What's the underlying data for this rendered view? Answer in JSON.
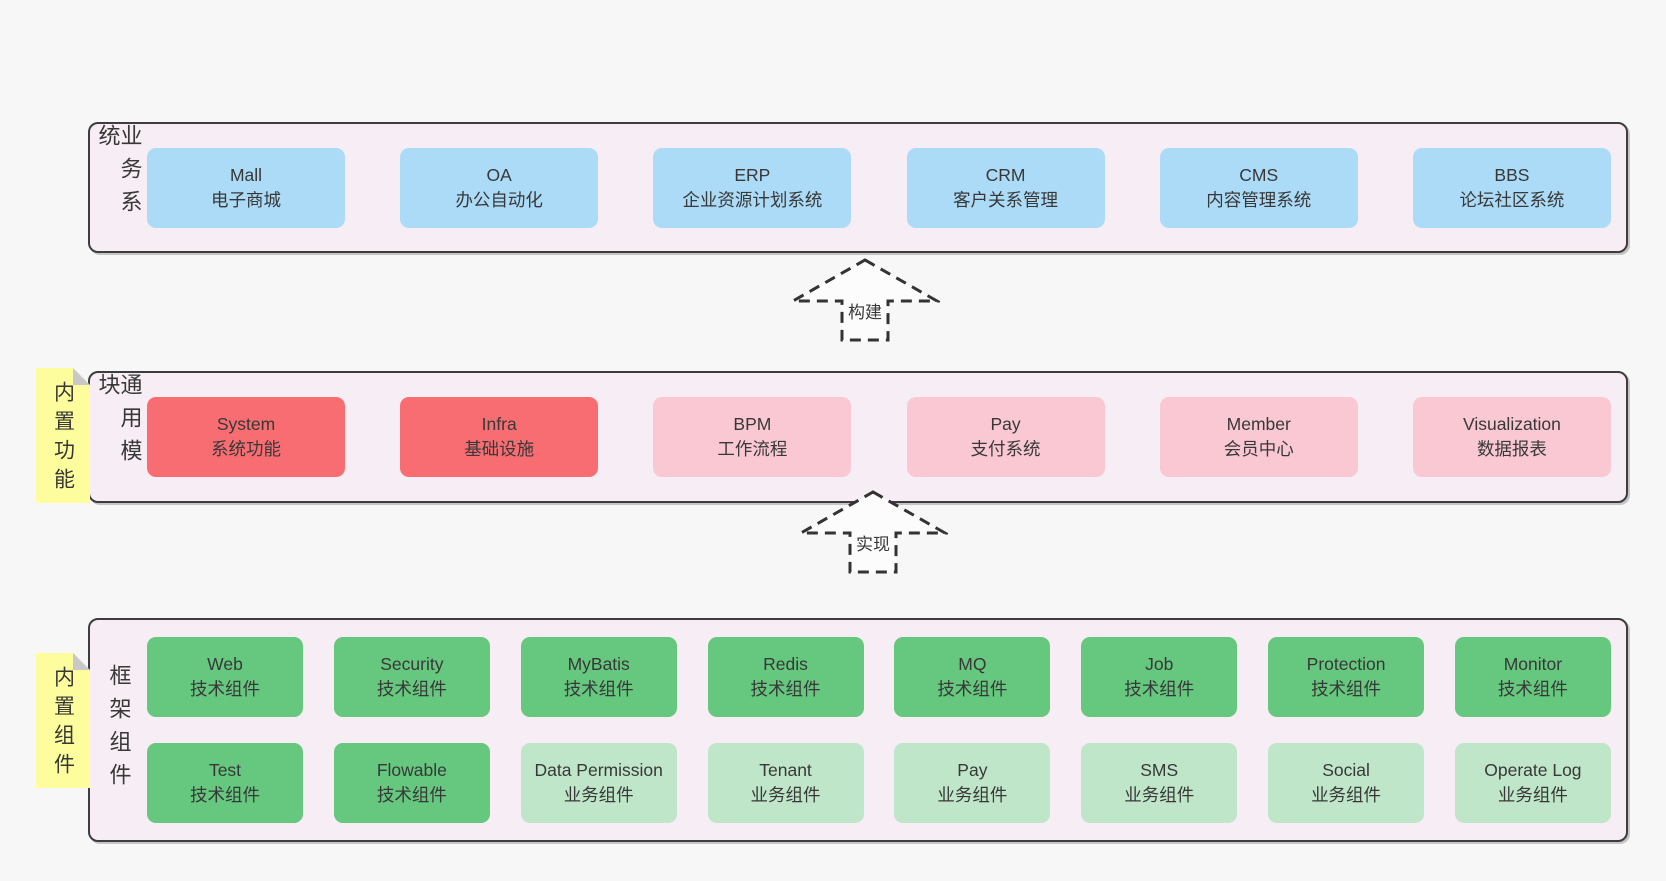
{
  "colors": {
    "page_bg": "#f7f7f7",
    "panel_bg": "#f7edf4",
    "panel_border": "#3d3d3d",
    "blue": "#abdbf6",
    "red": "#f76d72",
    "pink": "#f9c8d2",
    "green": "#66c77e",
    "light_green": "#bfe6c8",
    "sticky_yellow": "#fdfd9d",
    "sticky_fold": "#c8c8c8",
    "text": "#383838"
  },
  "arrows": [
    {
      "label": "构建"
    },
    {
      "label": "实现"
    }
  ],
  "sections": [
    {
      "name": "business-systems",
      "side_label": "业务系统",
      "sticky": "",
      "rows": [
        [
          {
            "title": "Mall",
            "subtitle": "电子商城",
            "color": "blue"
          },
          {
            "title": "OA",
            "subtitle": "办公自动化",
            "color": "blue"
          },
          {
            "title": "ERP",
            "subtitle": "企业资源计划系统",
            "color": "blue"
          },
          {
            "title": "CRM",
            "subtitle": "客户关系管理",
            "color": "blue"
          },
          {
            "title": "CMS",
            "subtitle": "内容管理系统",
            "color": "blue"
          },
          {
            "title": "BBS",
            "subtitle": "论坛社区系统",
            "color": "blue"
          }
        ]
      ]
    },
    {
      "name": "common-modules",
      "side_label": "通用模块",
      "sticky": "内置功能",
      "rows": [
        [
          {
            "title": "System",
            "subtitle": "系统功能",
            "color": "red"
          },
          {
            "title": "Infra",
            "subtitle": "基础设施",
            "color": "red"
          },
          {
            "title": "BPM",
            "subtitle": "工作流程",
            "color": "pink"
          },
          {
            "title": "Pay",
            "subtitle": "支付系统",
            "color": "pink"
          },
          {
            "title": "Member",
            "subtitle": "会员中心",
            "color": "pink"
          },
          {
            "title": "Visualization",
            "subtitle": "数据报表",
            "color": "pink"
          }
        ]
      ]
    },
    {
      "name": "framework-components",
      "side_label": "框架组件",
      "sticky": "内置组件",
      "rows": [
        [
          {
            "title": "Web",
            "subtitle": "技术组件",
            "color": "green"
          },
          {
            "title": "Security",
            "subtitle": "技术组件",
            "color": "green"
          },
          {
            "title": "MyBatis",
            "subtitle": "技术组件",
            "color": "green"
          },
          {
            "title": "Redis",
            "subtitle": "技术组件",
            "color": "green"
          },
          {
            "title": "MQ",
            "subtitle": "技术组件",
            "color": "green"
          },
          {
            "title": "Job",
            "subtitle": "技术组件",
            "color": "green"
          },
          {
            "title": "Protection",
            "subtitle": "技术组件",
            "color": "green"
          },
          {
            "title": "Monitor",
            "subtitle": "技术组件",
            "color": "green"
          }
        ],
        [
          {
            "title": "Test",
            "subtitle": "技术组件",
            "color": "green"
          },
          {
            "title": "Flowable",
            "subtitle": "技术组件",
            "color": "green"
          },
          {
            "title": "Data Permission",
            "subtitle": "业务组件",
            "color": "light_green"
          },
          {
            "title": "Tenant",
            "subtitle": "业务组件",
            "color": "light_green"
          },
          {
            "title": "Pay",
            "subtitle": "业务组件",
            "color": "light_green"
          },
          {
            "title": "SMS",
            "subtitle": "业务组件",
            "color": "light_green"
          },
          {
            "title": "Social",
            "subtitle": "业务组件",
            "color": "light_green"
          },
          {
            "title": "Operate Log",
            "subtitle": "业务组件",
            "color": "light_green"
          }
        ]
      ]
    }
  ]
}
